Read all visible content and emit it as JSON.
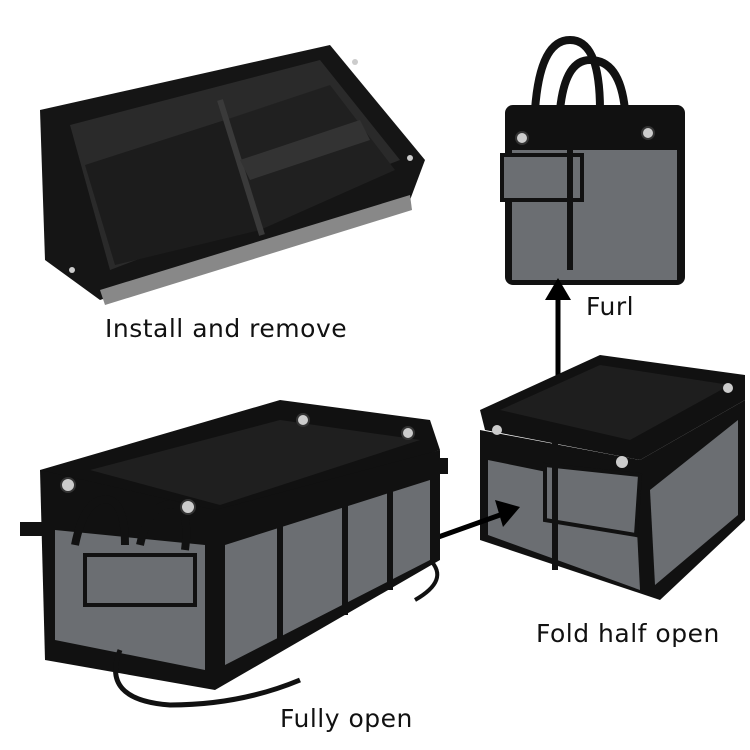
{
  "captions": {
    "install": "Install and remove",
    "furl": "Furl",
    "half": "Fold half open",
    "full": "Fully open"
  },
  "colors": {
    "black": "#111111",
    "grey": "#6b6e72",
    "darkgrey": "#3a3c3f"
  }
}
